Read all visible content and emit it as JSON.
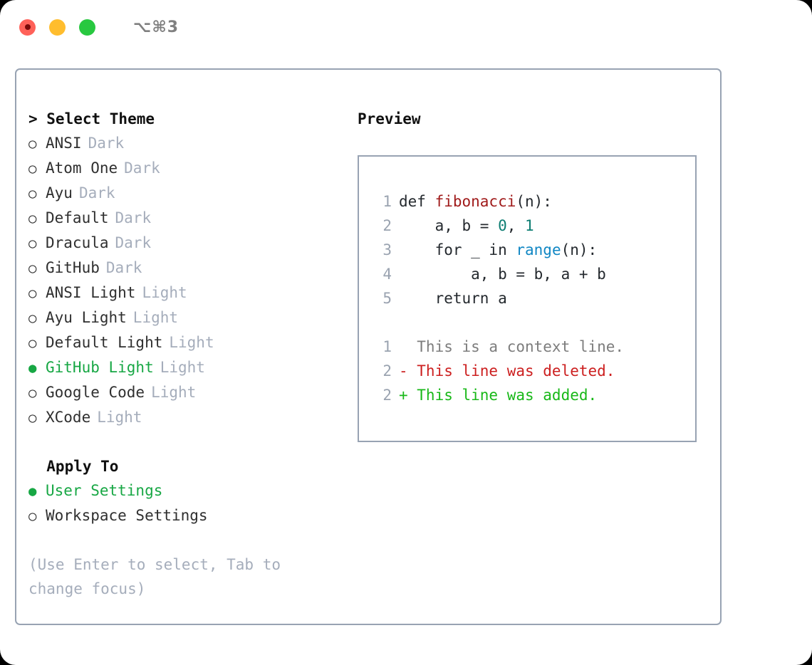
{
  "titlebar": {
    "shortcut": "⌥⌘3",
    "lights": [
      {
        "name": "close",
        "color": "#ff6159"
      },
      {
        "name": "minimize",
        "color": "#ffbd2e"
      },
      {
        "name": "maximize",
        "color": "#28c840"
      }
    ]
  },
  "theme_picker": {
    "header": "> Select Theme",
    "selected_bullet": "●",
    "unselected_bullet": "○",
    "items": [
      {
        "bullet": "○",
        "label": "ANSI",
        "tag": "Dark",
        "selected": false
      },
      {
        "bullet": "○",
        "label": "Atom One",
        "tag": "Dark",
        "selected": false
      },
      {
        "bullet": "○",
        "label": "Ayu",
        "tag": "Dark",
        "selected": false
      },
      {
        "bullet": "○",
        "label": "Default",
        "tag": "Dark",
        "selected": false
      },
      {
        "bullet": "○",
        "label": "Dracula",
        "tag": "Dark",
        "selected": false
      },
      {
        "bullet": "○",
        "label": "GitHub",
        "tag": "Dark",
        "selected": false
      },
      {
        "bullet": "○",
        "label": "ANSI Light",
        "tag": "Light",
        "selected": false
      },
      {
        "bullet": "○",
        "label": "Ayu Light",
        "tag": "Light",
        "selected": false
      },
      {
        "bullet": "○",
        "label": "Default Light",
        "tag": "Light",
        "selected": false
      },
      {
        "bullet": "●",
        "label": "GitHub Light",
        "tag": "Light",
        "selected": true
      },
      {
        "bullet": "○",
        "label": "Google Code",
        "tag": "Light",
        "selected": false
      },
      {
        "bullet": "○",
        "label": "XCode",
        "tag": "Light",
        "selected": false
      }
    ]
  },
  "apply_to": {
    "header": "  Apply To",
    "items": [
      {
        "bullet": "●",
        "label": "User Settings",
        "selected": true
      },
      {
        "bullet": "○",
        "label": "Workspace Settings",
        "selected": false
      }
    ]
  },
  "hint": "(Use Enter to select, Tab to change focus)",
  "preview": {
    "header": "Preview",
    "code_lines": [
      {
        "no": "1",
        "segments": [
          {
            "t": "def ",
            "c": "plain"
          },
          {
            "t": "fibonacci",
            "c": "fn"
          },
          {
            "t": "(n):",
            "c": "plain"
          }
        ]
      },
      {
        "no": "2",
        "segments": [
          {
            "t": "    a, b = ",
            "c": "plain"
          },
          {
            "t": "0",
            "c": "num"
          },
          {
            "t": ", ",
            "c": "plain"
          },
          {
            "t": "1",
            "c": "num"
          }
        ]
      },
      {
        "no": "3",
        "segments": [
          {
            "t": "    for _ in ",
            "c": "plain"
          },
          {
            "t": "range",
            "c": "call"
          },
          {
            "t": "(n):",
            "c": "plain"
          }
        ]
      },
      {
        "no": "4",
        "segments": [
          {
            "t": "        a, b = b, a + b",
            "c": "plain"
          }
        ]
      },
      {
        "no": "5",
        "segments": [
          {
            "t": "    return a",
            "c": "plain"
          }
        ]
      }
    ],
    "diff_lines": [
      {
        "no": "1",
        "text": "  This is a context line.",
        "kind": "ctx"
      },
      {
        "no": "2",
        "text": "- This line was deleted.",
        "kind": "del"
      },
      {
        "no": "2",
        "text": "+ This line was added.",
        "kind": "add"
      }
    ]
  },
  "colors": {
    "accent_green": "#17a744",
    "border": "#98a3b3",
    "muted": "#a5adbb",
    "fn_red": "#a01b1b",
    "num_teal": "#0d7d72",
    "call_blue": "#1187c4",
    "diff_del": "#cc1f1f",
    "diff_add": "#18b818"
  }
}
